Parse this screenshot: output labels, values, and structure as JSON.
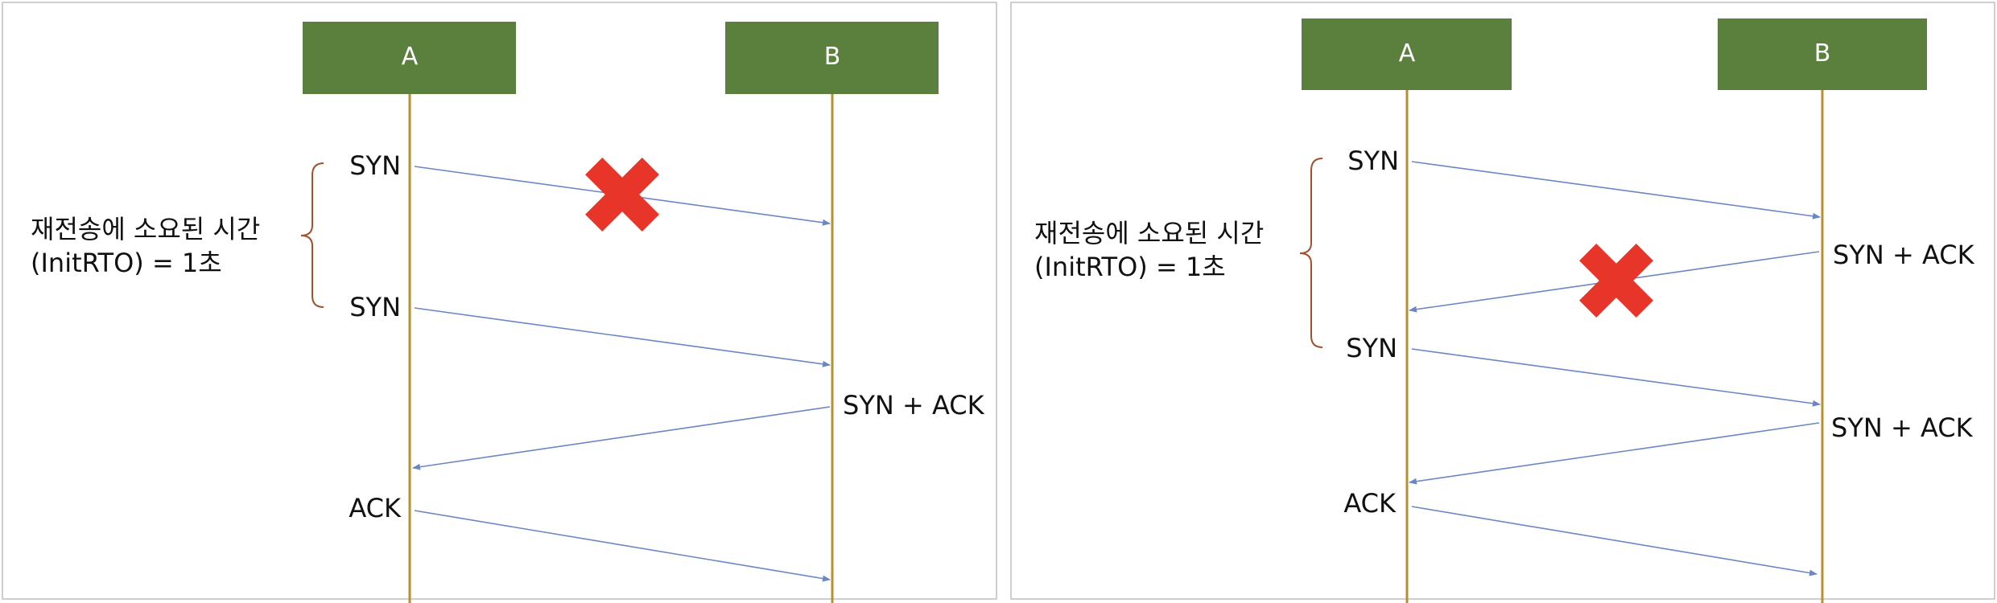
{
  "colors": {
    "header_fill": "#5b803e",
    "header_text": "#ffffff",
    "lifeline": "#b8902f",
    "arrow": "#6b86c2",
    "brace": "#a0522d",
    "cross": "#e8352a",
    "panel_border": "#bfbfbf",
    "label_text": "#111111"
  },
  "diagrams": [
    {
      "participants": [
        "A",
        "B"
      ],
      "messages": [
        {
          "label": "SYN",
          "from": "A",
          "to": "B",
          "lost": true
        },
        {
          "label": "SYN",
          "from": "A",
          "to": "B",
          "lost": false
        },
        {
          "label": "SYN + ACK",
          "from": "B",
          "to": "A",
          "lost": false
        },
        {
          "label": "ACK",
          "from": "A",
          "to": "B",
          "lost": false
        }
      ],
      "brace_label_line1": "재전송에 소요된 시간",
      "brace_label_line2": "(InitRTO) = 1초"
    },
    {
      "participants": [
        "A",
        "B"
      ],
      "messages": [
        {
          "label": "SYN",
          "from": "A",
          "to": "B",
          "lost": false
        },
        {
          "label": "SYN + ACK",
          "from": "B",
          "to": "A",
          "lost": true
        },
        {
          "label": "SYN",
          "from": "A",
          "to": "B",
          "lost": false
        },
        {
          "label": "SYN + ACK",
          "from": "B",
          "to": "A",
          "lost": false
        },
        {
          "label": "ACK",
          "from": "A",
          "to": "B",
          "lost": false
        }
      ],
      "brace_label_line1": "재전송에 소요된 시간",
      "brace_label_line2": "(InitRTO) = 1초"
    }
  ]
}
